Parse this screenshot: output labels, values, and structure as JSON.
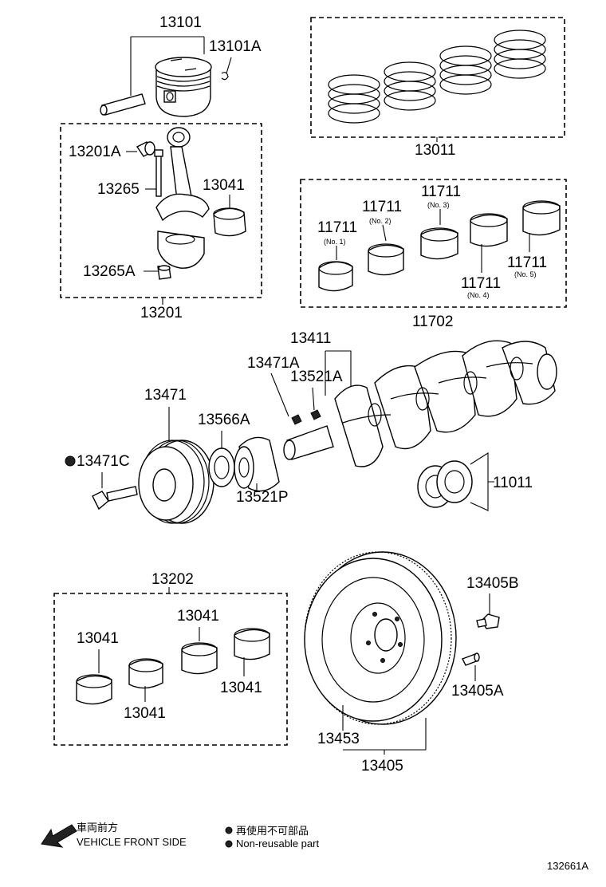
{
  "labels": {
    "p13101": "13101",
    "p13101a": "13101A",
    "p13011": "13011",
    "p13201a": "13201A",
    "p13265": "13265",
    "p13041_rod": "13041",
    "p13265a": "13265A",
    "p13201": "13201",
    "p11711_n1": "11711",
    "p11711_n2": "11711",
    "p11711_n3": "11711",
    "p11711_n4": "11711",
    "p11711_n5": "11711",
    "n1": "(No. 1)",
    "n2": "(No. 2)",
    "n3": "(No. 3)",
    "n4": "(No. 4)",
    "n5": "(No. 5)",
    "p11702": "11702",
    "p13411": "13411",
    "p13471a": "13471A",
    "p13521a": "13521A",
    "p13471": "13471",
    "p13566a": "13566A",
    "p13471c": "13471C",
    "p13521p": "13521P",
    "p11011": "11011",
    "p13202": "13202",
    "p13041_a": "13041",
    "p13041_b": "13041",
    "p13041_c": "13041",
    "p13041_d": "13041",
    "p13405b": "13405B",
    "p13405a": "13405A",
    "p13453": "13453",
    "p13405": "13405"
  },
  "legend": {
    "front_jp": "車両前方",
    "front_en": "VEHICLE FRONT SIDE",
    "nonreuse_jp": "再使用不可部品",
    "nonreuse_en": "Non-reusable part"
  },
  "figure_id": "132661A"
}
